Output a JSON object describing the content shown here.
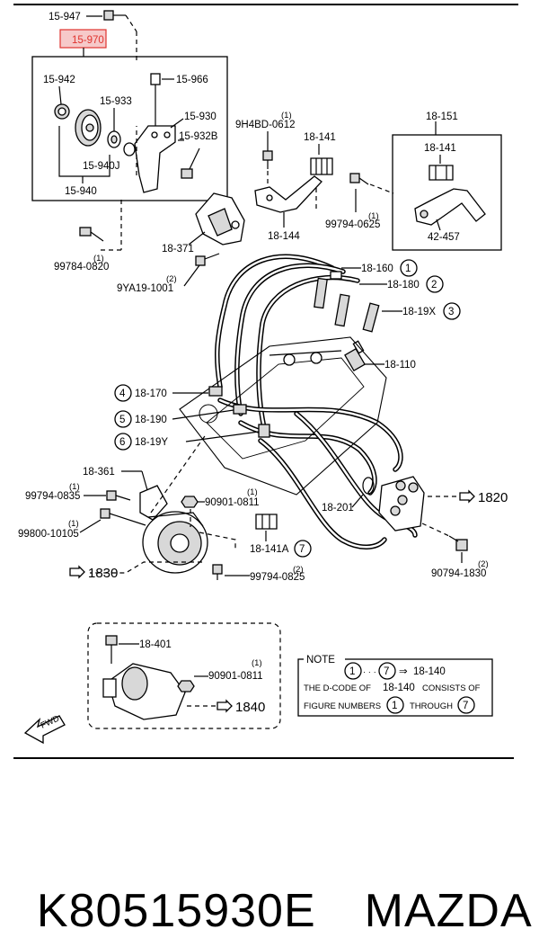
{
  "header": {
    "part_ref": "15-947"
  },
  "highlight": {
    "label": "15-970",
    "color": "#e0332e"
  },
  "labels": {
    "p15_942": "15-942",
    "p15_966": "15-966",
    "p15_933": "15-933",
    "p15_930": "15-930",
    "p15_932b": "15-932B",
    "p15_940j": "15-940J",
    "p15_940": "15-940",
    "p18_371": "18-371",
    "p99784_0820": "99784-0820",
    "p99784_qty": "(1)",
    "p9ya19_1001": "9YA19-1001",
    "p9ya19_qty": "(2)",
    "p9h4bd_0612": "9H4BD-0612",
    "p9h4bd_qty": "(1)",
    "p18_141_a": "18-141",
    "p18_144": "18-144",
    "p99794_0625_a": "99794-0625",
    "p99794_0625_a_qty": "(1)",
    "p18_151": "18-151",
    "p18_141_b": "18-141",
    "p42_457": "42-457",
    "p18_160": "18-160",
    "p18_180": "18-180",
    "p18_19x": "18-19X",
    "p18_110": "18-110",
    "p18_170": "18-170",
    "p18_190": "18-190",
    "p18_19y": "18-19Y",
    "p18_361": "18-361",
    "p99794_0835": "99794-0835",
    "p99794_0835_qty": "(1)",
    "p99800_10105": "99800-10105",
    "p99800_qty": "(1)",
    "p90901_0811_a": "90901-0811",
    "p90901_0811_a_qty": "(1)",
    "p18_141a": "18-141A",
    "p18_201": "18-201",
    "p1820": "1820",
    "p90794_1830": "90794-1830",
    "p90794_qty": "(2)",
    "p1830": "1830",
    "p99794_0825": "99794-0825",
    "p99794_0825_qty": "(2)",
    "p18_401": "18-401",
    "p90901_0811_b": "90901-0811",
    "p90901_0811_b_qty": "(1)",
    "p1840": "1840",
    "fwd": "FWD"
  },
  "circles": {
    "c1": "1",
    "c2": "2",
    "c3": "3",
    "c4": "4",
    "c5": "5",
    "c6": "6",
    "c7": "7"
  },
  "note": {
    "title": "NOTE",
    "range_from": "1",
    "range_to": "7",
    "arrow_target": "18-140",
    "line2_pre": "THE D-CODE OF",
    "line2_code": "18-140",
    "line2_post": "CONSISTS OF",
    "line3_pre": "FIGURE NUMBERS",
    "line3_from": "1",
    "line3_mid": "THROUGH",
    "line3_to": "7",
    "dots": "· · ·",
    "arrow": "⇒"
  },
  "footer": {
    "part_number": "K80515930E",
    "brand": "MAZDA"
  }
}
